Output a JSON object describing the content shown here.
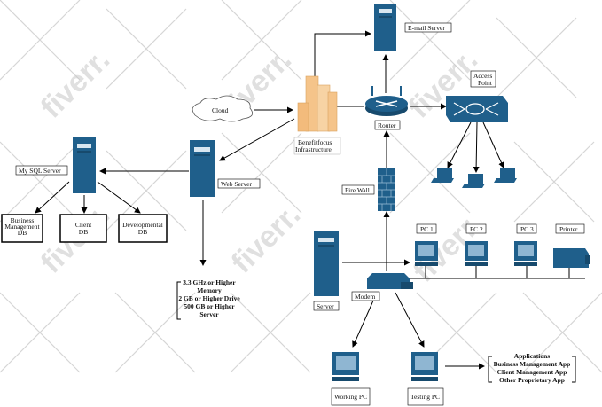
{
  "watermark": "fiverr.",
  "colors": {
    "device": "#1f5f8b",
    "device_dark": "#174a6d",
    "line": "#000000",
    "building": "#f5c48a"
  },
  "labels": {
    "email_server": "E-mail Server",
    "access_point": "Access Point",
    "cloud": "Cloud",
    "infrastructure": "Benefitfocus Infrastructure",
    "router": "Router",
    "my_sql_server": "My SQL Server",
    "web_server": "Web Server",
    "fire_wall": "Fire Wall",
    "business_db": "Business Management DB",
    "client_db": "Client DB",
    "developmental_db": "Developmental DB",
    "pc1": "PC 1",
    "pc2": "PC 2",
    "pc3": "PC 3",
    "printer": "Printer",
    "server": "Server",
    "modem": "Modem",
    "working_pc": "Working PC",
    "testing_pc": "Testing PC"
  },
  "specs": [
    "3.3 GHz or Higher",
    "Memory",
    "2 GB or Higher Drive",
    "500 GB or Higher",
    "Server"
  ],
  "apps": [
    "Applications",
    "Business Management App",
    "Client Management App",
    "Other Proprietary App"
  ]
}
